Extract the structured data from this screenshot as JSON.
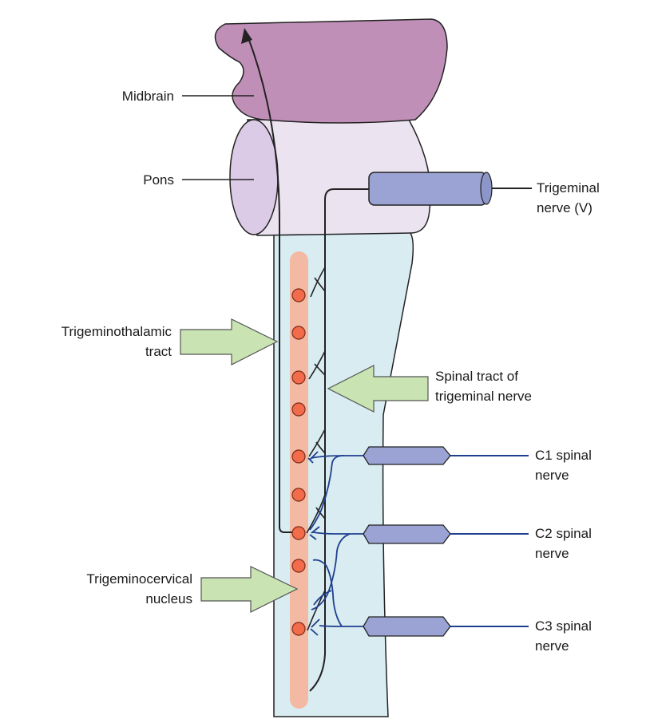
{
  "labels": {
    "midbrain": "Midbrain",
    "pons": "Pons",
    "trigeminal_nerve": [
      "Trigeminal",
      "nerve (V)"
    ],
    "trigeminothalamic_tract": [
      "Trigeminothalamic",
      "tract"
    ],
    "spinal_tract": [
      "Spinal tract of",
      "trigeminal nerve"
    ],
    "c1": [
      "C1 spinal",
      "nerve"
    ],
    "c2": [
      "C2 spinal",
      "nerve"
    ],
    "c3": [
      "C3 spinal",
      "nerve"
    ],
    "trigeminocervical_nucleus": [
      "Trigeminocervical",
      "nucleus"
    ]
  },
  "colors": {
    "midbrain": "#c08fb8",
    "pons": "#ece3f1",
    "pons_end": "#dccbe6",
    "spinal_cord": "#d8ecf1",
    "nucleus_column": "#f3b9a2",
    "nucleus_dot": "#f26b4a",
    "nerve_root": "#9aa3d3",
    "arrow": "#c9e3b2",
    "spinal_nerve_line": "#1f3f8f",
    "outline": "#222222"
  }
}
